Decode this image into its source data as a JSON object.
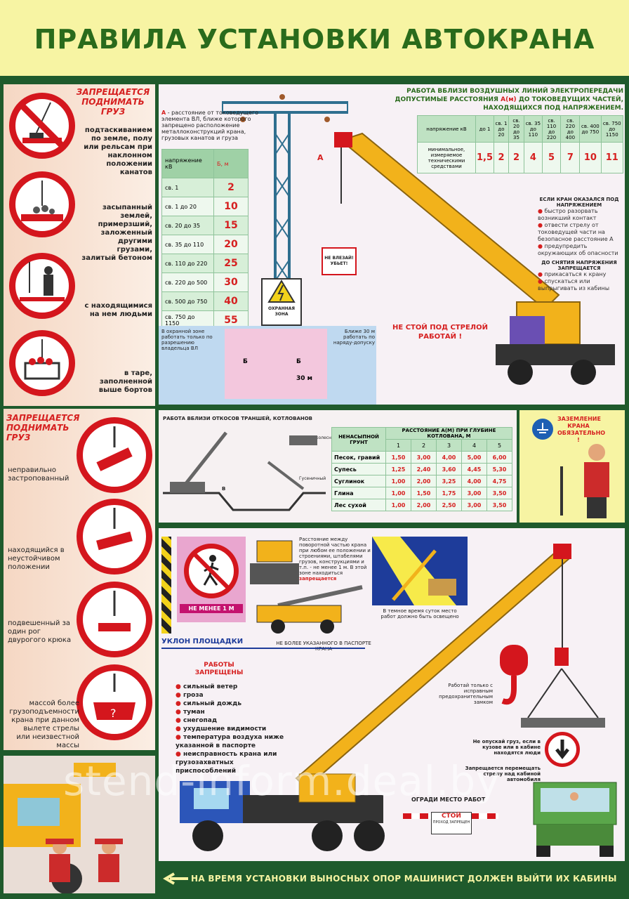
{
  "title": "ПРАВИЛА УСТАНОВКИ АВТОКРАНА",
  "forbidden1": {
    "heading": "ЗАПРЕЩАЕТСЯ ПОДНИМАТЬ ГРУЗ",
    "items": [
      "подтаскиванием по земле, полу или рельсам при наклонном положении канатов",
      "засыпанный землей, примерзший, заложенный другими грузами, залитый бетоном",
      "с находящимися на нем людьми",
      "в таре, заполненной выше бортов"
    ]
  },
  "forbidden2": {
    "heading": "ЗАПРЕЩАЕТСЯ ПОДНИМАТЬ ГРУЗ",
    "items": [
      "неправильно застропованный",
      "находящийся в неустойчивом положении",
      "подвешенный за один рог двурогого крюка",
      "массой более грузоподъемности крана при данном вылете стрелы или неизвестной массы"
    ]
  },
  "powerline": {
    "note_prefix": "А",
    "note": " - расстояние от токоведущего элемента ВЛ, ближе которого запрещено расположение металлоконструкций крана, грузовых канатов и груза",
    "table_head": [
      "напряжение кВ",
      "Б, м"
    ],
    "rows": [
      [
        "св. 1",
        "2"
      ],
      [
        "св. 1 до 20",
        "10"
      ],
      [
        "св. 20 до 35",
        "15"
      ],
      [
        "св. 35 до 110",
        "20"
      ],
      [
        "св. 110 до 220",
        "25"
      ],
      [
        "св. 220 до 500",
        "30"
      ],
      [
        "св. 500 до 750",
        "40"
      ],
      [
        "св. 750 до 1150",
        "55"
      ]
    ],
    "zone_sign": "ОХРАННАЯ ЗОНА",
    "danger_sign": "НЕ ВЛЕЗАЙ! УБЬЕТ!",
    "label_a": "А",
    "label_b": "Б",
    "label_30m": "30 м",
    "zone_note_left": "В охранной зоне работать только по разрешению владельца ВЛ",
    "zone_note_right": "Ближе 30 м работать по наряду-допуску"
  },
  "voltage": {
    "heading1": "РАБОТА ВБЛИЗИ ВОЗДУШНЫХ ЛИНИЙ ЭЛЕКТРОПЕРЕДАЧИ",
    "heading2": "ДОПУСТИМЫЕ РАССТОЯНИЯ ",
    "heading2_red": "А(м)",
    "heading2_tail": " ДО ТОКОВЕДУЩИХ ЧАСТЕЙ,",
    "heading3": "НАХОДЯЩИХСЯ ПОД НАПРЯЖЕНИЕМ.",
    "row1_label": "напряжение кВ",
    "row1": [
      "до 1",
      "св. 1 до 20",
      "св. 20 до 35",
      "св. 35 до 110",
      "св. 110 до 220",
      "св. 220 до 400",
      "св. 400 до 750",
      "св. 750 до 1150"
    ],
    "row2_label": "минимальное, измеряемое техническими средствами",
    "row2": [
      "1,5",
      "2",
      "2",
      "4",
      "5",
      "7",
      "10",
      "11"
    ]
  },
  "energized": {
    "heading": "ЕСЛИ КРАН ОКАЗАЛСЯ ПОД НАПРЯЖЕНИЕМ",
    "items": [
      "быстро разорвать возникший контакт",
      "отвести стрелу от токоведущей части на безопасное расстояние А",
      "предупредить окружающих об опасности"
    ],
    "heading2": "ДО СНЯТИЯ НАПРЯЖЕНИЯ ЗАПРЕЩАЕТСЯ",
    "items2": [
      "прикасаться к крану",
      "спускаться или выпрыгивать из кабины"
    ]
  },
  "no_stand": "НЕ СТОЙ ПОД СТРЕЛОЙ РАБОТАЙ !",
  "slopes": {
    "heading": "РАБОТА ВБЛИЗИ ОТКОСОВ ТРАНШЕЙ, КОТЛОВАНОВ",
    "pneumatic": "Пневмоколесный",
    "tracked": "Гусеничный",
    "label_b": "В"
  },
  "soil": {
    "col1": "НЕНАСЫПНОЙ ГРУНТ",
    "col2": "РАССТОЯНИЕ А(М) ПРИ ГЛУБИНЕ КОТЛОВАНА, М",
    "depths": [
      "1",
      "2",
      "3",
      "4",
      "5"
    ],
    "rows": [
      {
        "name": "Песок, гравий",
        "values": [
          "1,50",
          "3,00",
          "4,00",
          "5,00",
          "6,00"
        ]
      },
      {
        "name": "Супесь",
        "values": [
          "1,25",
          "2,40",
          "3,60",
          "4,45",
          "5,30"
        ]
      },
      {
        "name": "Суглинок",
        "values": [
          "1,00",
          "2,00",
          "3,25",
          "4,00",
          "4,75"
        ]
      },
      {
        "name": "Глина",
        "values": [
          "1,00",
          "1,50",
          "1,75",
          "3,00",
          "3,50"
        ]
      },
      {
        "name": "Лес сухой",
        "values": [
          "1,00",
          "2,00",
          "2,50",
          "3,00",
          "3,50"
        ]
      }
    ]
  },
  "ground": {
    "text": "ЗАЗЕМЛЕНИЕ КРАНА ОБЯЗАТЕЛЬНО !"
  },
  "clearance": {
    "min_label": "НЕ МЕНЕЕ 1 М",
    "note": "Расстояние между поворотной частью крана при любом ее положении и строениями, штабелями грузов, конструкциями и т.п. - не менее 1 м. В этой зоне находиться",
    "note_red": "запрещается",
    "dark_note": "В темное время суток место работ должно быть освещено",
    "slope_label": "УКЛОН ПЛОЩАДКИ",
    "slope_note": "НЕ БОЛЕЕ УКАЗАННОГО В ПАСПОРТЕ КРАНА"
  },
  "works_forbidden": {
    "heading": "РАБОТЫ ЗАПРЕЩЕНЫ",
    "items": [
      "сильный ветер",
      "гроза",
      "сильный дождь",
      "туман",
      "снегопад",
      "ухудшение видимости",
      "температура воздуха ниже указанной в паспорте",
      "неисправность крана или грузозахватных приспособлений"
    ]
  },
  "hook_note": "Работай только с исправным предохранительным замком",
  "cabin_note1": "Не опускай груз, если в кузове или в кабине находятся люди",
  "cabin_note2": "Запрещается перемещать стрелу над кабиной автомобиля",
  "fence_note": "ОГРАДИ МЕСТО РАБОТ",
  "stop_sign": "СТОЙ",
  "stop_sub": "ПРОХОД ЗАПРЕЩЕН",
  "footer": "НА ВРЕМЯ УСТАНОВКИ ВЫНОСНЫХ ОПОР МАШИНИСТ ДОЛЖЕН ВЫЙТИ ИХ КАБИНЫ",
  "watermark": "stend-inform.deal.by",
  "colors": {
    "green": "#1f5a2c",
    "red": "#d4161d",
    "yellow": "#f7f4a3",
    "crane": "#f2b21b"
  }
}
